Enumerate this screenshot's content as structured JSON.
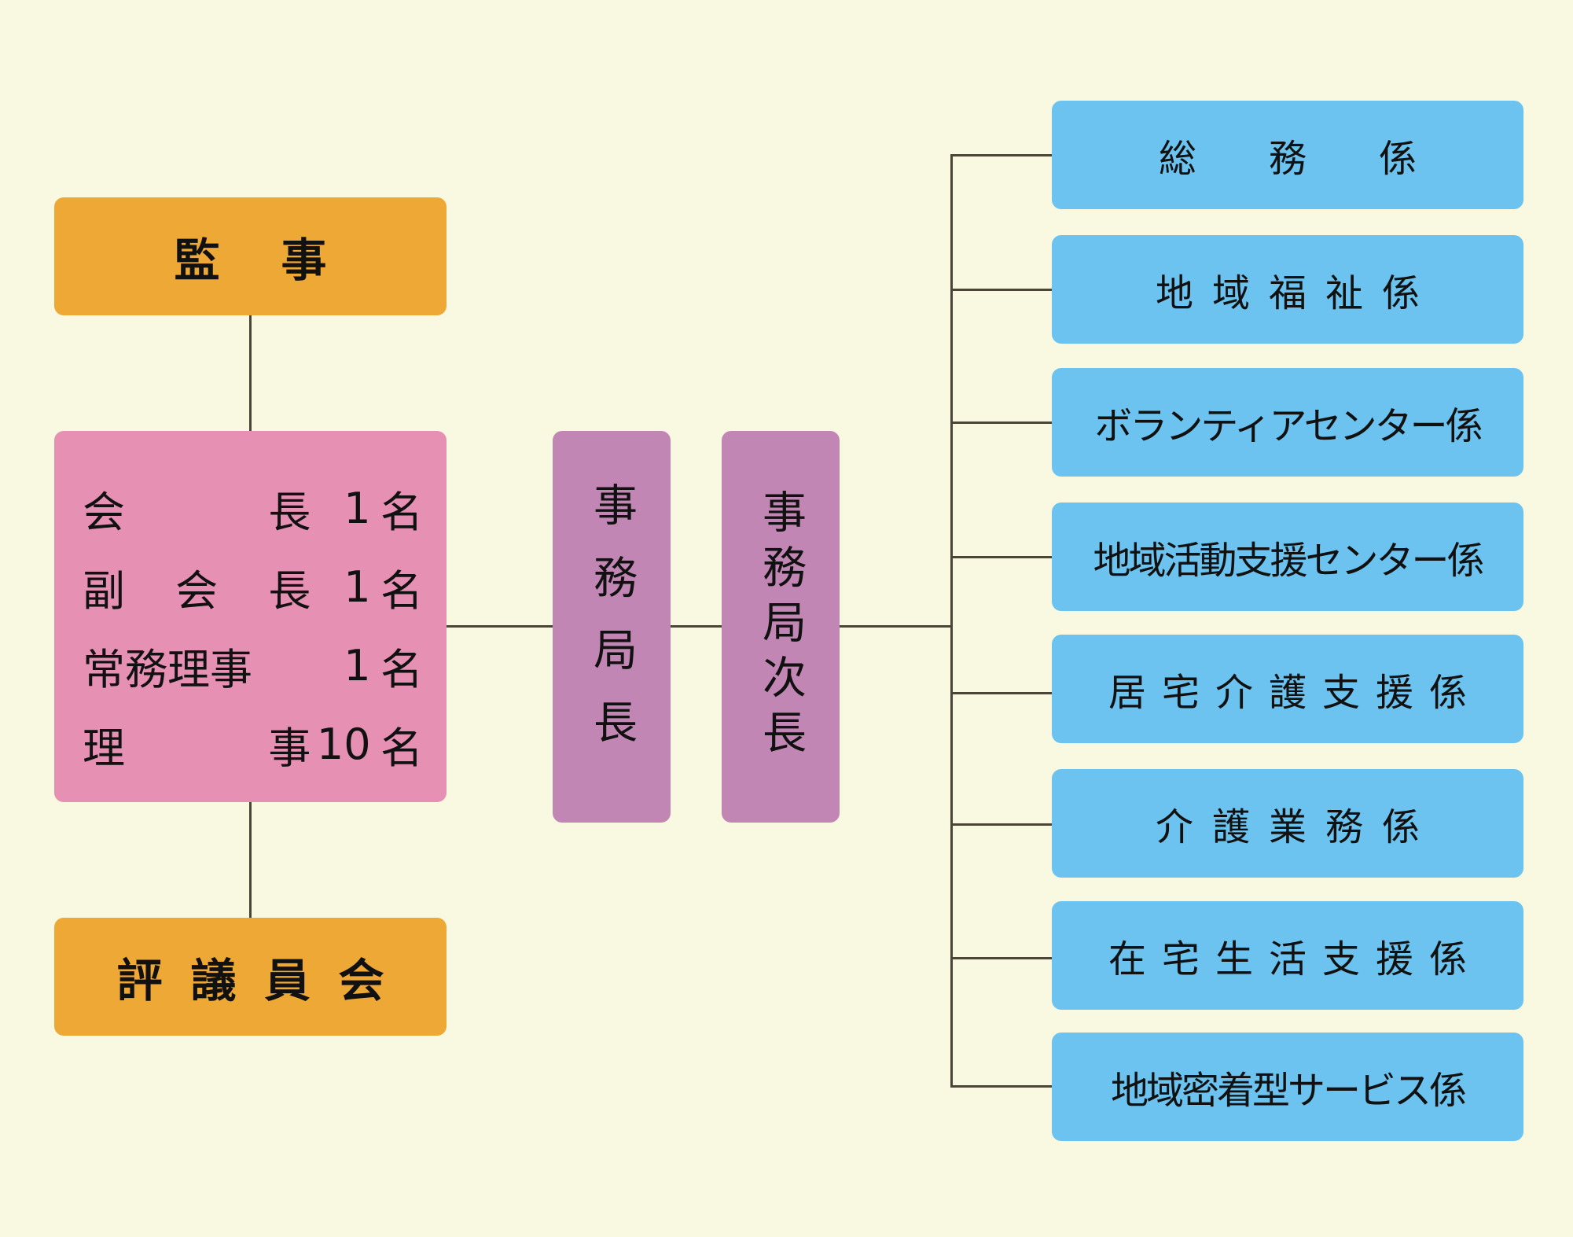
{
  "chart": {
    "auditor": {
      "label": "監事"
    },
    "board": {
      "rows": [
        {
          "role_chars": [
            "会",
            "長"
          ],
          "count": "1",
          "unit": "名"
        },
        {
          "role_chars": [
            "副",
            "会",
            "長"
          ],
          "count": "1",
          "unit": "名"
        },
        {
          "role_chars": [
            "常",
            "務",
            "理",
            "事"
          ],
          "count": "1",
          "unit": "名"
        },
        {
          "role_chars": [
            "理",
            "事"
          ],
          "count": "10",
          "unit": "名"
        }
      ]
    },
    "council": {
      "label": "評議員会"
    },
    "director": {
      "label": "事務局長"
    },
    "deputy_director": {
      "label": "事務局次長"
    },
    "sections": [
      {
        "label": "総務係"
      },
      {
        "label": "地域福祉係"
      },
      {
        "label": "ボランティアセンター係"
      },
      {
        "label": "地域活動支援センター係"
      },
      {
        "label": "居宅介護支援係"
      },
      {
        "label": "介護業務係"
      },
      {
        "label": "在宅生活支援係"
      },
      {
        "label": "地域密着型サービス係"
      }
    ]
  },
  "colors": {
    "background": "#f8f9e0",
    "orange": "#eea836",
    "pink": "#e690b4",
    "purple": "#c286b5",
    "blue": "#6cc3ef",
    "line": "#4a4536"
  }
}
